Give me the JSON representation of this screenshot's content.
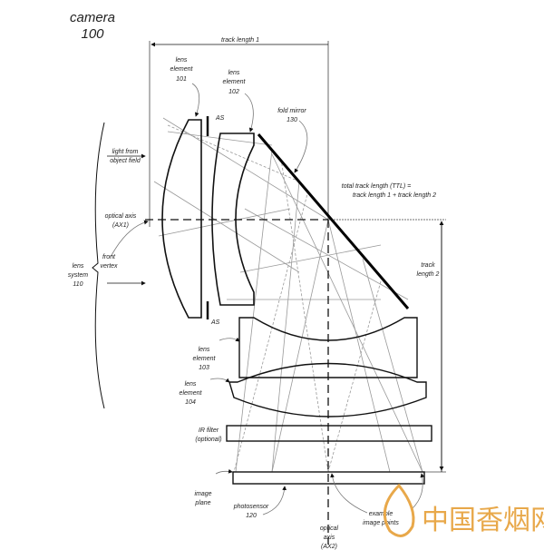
{
  "title": {
    "line1": "camera",
    "line2": "100"
  },
  "labels": {
    "track_length_1": "track length 1",
    "track_length_2": [
      "track",
      "length 2"
    ],
    "ttl": [
      "total track length (TTL) =",
      "track length 1 + track length 2"
    ],
    "lens_101": [
      "lens",
      "element",
      "101"
    ],
    "lens_102": [
      "lens",
      "element",
      "102"
    ],
    "lens_103": [
      "lens",
      "element",
      "103"
    ],
    "lens_104": [
      "lens",
      "element",
      "104"
    ],
    "fold_mirror": [
      "fold mirror",
      "130"
    ],
    "aperture_stop": "AS",
    "light": [
      "light from",
      "object field"
    ],
    "optical_axis_1": [
      "optical axis",
      "(AX1)"
    ],
    "front_vertex": [
      "front",
      "vertex"
    ],
    "lens_system": [
      "lens",
      "system",
      "110"
    ],
    "ir_filter": [
      "IR filter",
      "(optional)"
    ],
    "image_plane": [
      "image",
      "plane"
    ],
    "photosensor": [
      "photosensor",
      "120"
    ],
    "optical_axis_2": [
      "optical",
      "axis",
      "(AX2)"
    ],
    "image_points": [
      "example",
      "image points"
    ]
  },
  "watermark": "中国香烟网",
  "colors": {
    "line": "#111111",
    "ray": "#888888",
    "watermark": "#e8a84a"
  }
}
